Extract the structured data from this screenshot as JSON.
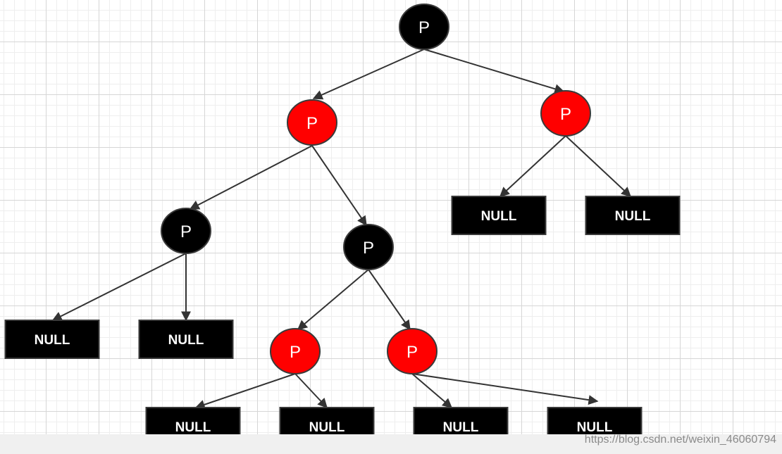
{
  "diagram": {
    "nodes": [
      {
        "id": "n1",
        "label": "P",
        "color": "black"
      },
      {
        "id": "n2",
        "label": "P",
        "color": "red"
      },
      {
        "id": "n3",
        "label": "P",
        "color": "red"
      },
      {
        "id": "n4",
        "label": "P",
        "color": "black"
      },
      {
        "id": "n5",
        "label": "P",
        "color": "black"
      },
      {
        "id": "n6",
        "label": "P",
        "color": "red"
      },
      {
        "id": "n7",
        "label": "P",
        "color": "red"
      },
      {
        "id": "nil1",
        "label": "NULL"
      },
      {
        "id": "nil2",
        "label": "NULL"
      },
      {
        "id": "nil3",
        "label": "NULL"
      },
      {
        "id": "nil4",
        "label": "NULL"
      },
      {
        "id": "nil5",
        "label": "NULL"
      },
      {
        "id": "nil6",
        "label": "NULL"
      },
      {
        "id": "nil7",
        "label": "NULL"
      },
      {
        "id": "nil8",
        "label": "NULL"
      }
    ],
    "edges": [
      [
        "n1",
        "n2"
      ],
      [
        "n1",
        "n3"
      ],
      [
        "n2",
        "n4"
      ],
      [
        "n2",
        "n5"
      ],
      [
        "n3",
        "nil1"
      ],
      [
        "n3",
        "nil2"
      ],
      [
        "n4",
        "nil3"
      ],
      [
        "n4",
        "nil4"
      ],
      [
        "n5",
        "n6"
      ],
      [
        "n5",
        "n7"
      ],
      [
        "n6",
        "nil5"
      ],
      [
        "n6",
        "nil6"
      ],
      [
        "n7",
        "nil7"
      ],
      [
        "n7",
        "nil8"
      ]
    ],
    "colors": {
      "red": "#ff0000",
      "black": "#000000",
      "edge": "#333333",
      "stroke": "#3a3a3a"
    }
  },
  "watermark": "https://blog.csdn.net/weixin_46060794"
}
